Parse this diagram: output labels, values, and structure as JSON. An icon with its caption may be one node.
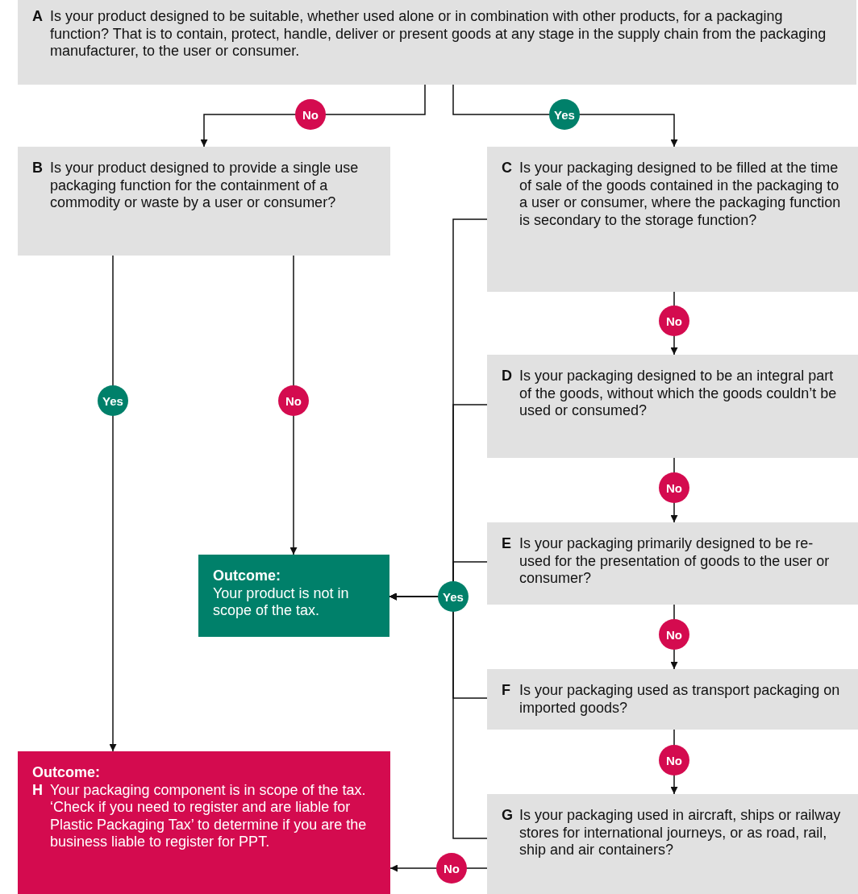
{
  "diagram": {
    "nodes": [
      {
        "text": [
          "A",
          "Is your product designed to be suitable, whether used alone or in combination with other products, for a packaging function? That is to contain, protect, handle, deliver or present goods at any stage in the supply chain from the packaging manufacturer, to the user or consumer."
        ]
      },
      {
        "text": [
          "B",
          "Is your product designed to provide a single use packaging function for the containment of a commodity or waste by a user or consumer?"
        ]
      },
      {
        "text": [
          "C",
          "Is your packaging designed to be filled at the time of sale of the goods contained in the packaging to a user or consumer, where the packaging function is secondary to the storage function?"
        ]
      },
      {
        "text": [
          "D",
          "Is your packaging designed to be an integral part of the goods, without which the goods couldn’t be used or consumed?"
        ]
      },
      {
        "text": [
          "E",
          "Is your packaging primarily designed to be re-used for the presentation of goods to the user or consumer?"
        ]
      },
      {
        "text": [
          "F",
          "Is your packaging used as transport packaging on imported goods?"
        ]
      },
      {
        "text": [
          "G",
          "Is your packaging used in aircraft, ships or railway stores for international journeys, or as road, rail, ship and air containers?"
        ]
      },
      {
        "text": [
          "Outcome:",
          "Your product is not in scope of the tax."
        ]
      },
      {
        "text": [
          "Outcome:",
          "H",
          "Your packaging component is in scope of the tax. ‘Check if you need to register and are liable for Plastic Packaging Tax’ to determine if you are the business liable to register for PPT."
        ]
      }
    ],
    "edges": [
      {
        "from": 0,
        "to": 1,
        "arrow": "to",
        "label": "No"
      },
      {
        "from": 0,
        "to": 2,
        "arrow": "to",
        "label": "Yes"
      },
      {
        "from": 1,
        "to": 8,
        "arrow": "to",
        "label": "Yes"
      },
      {
        "from": 1,
        "to": 7,
        "arrow": "to",
        "label": "No"
      },
      {
        "from": 2,
        "to": 3,
        "arrow": "to",
        "label": "No"
      },
      {
        "from": 3,
        "to": 4,
        "arrow": "to",
        "label": "No"
      },
      {
        "from": 4,
        "to": 5,
        "arrow": "to",
        "label": "No"
      },
      {
        "from": 5,
        "to": 6,
        "arrow": "to",
        "label": "No"
      },
      {
        "from": 6,
        "to": 8,
        "arrow": "to",
        "label": "No"
      },
      {
        "from": 2,
        "to": 7,
        "arrow": "to"
      },
      {
        "from": 3,
        "to": 7,
        "arrow": "to"
      },
      {
        "from": 4,
        "to": 7,
        "arrow": "to",
        "label": "Yes"
      },
      {
        "from": 5,
        "to": 7,
        "arrow": "to"
      },
      {
        "from": 6,
        "to": 7,
        "arrow": "to"
      }
    ]
  }
}
